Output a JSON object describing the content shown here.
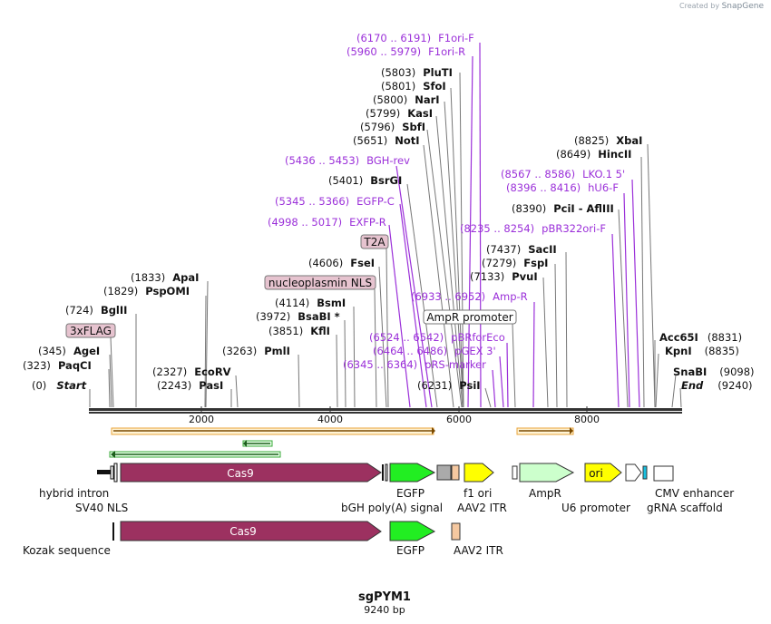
{
  "credit": {
    "created_by": "Created by",
    "brand": "SnapGene"
  },
  "plasmid": {
    "name": "sgPYM1",
    "length": "9240 bp"
  },
  "ruler": {
    "ticks": [
      "2000",
      "4000",
      "6000",
      "8000"
    ]
  },
  "sites": [
    {
      "pos": "(0)",
      "name": "Start",
      "italic": true
    },
    {
      "pos": "(323)",
      "name": "PaqCI"
    },
    {
      "pos": "(345)",
      "name": "AgeI"
    },
    {
      "pos": "(724)",
      "name": "BglII"
    },
    {
      "pos": "(1829)",
      "name": "PspOMI"
    },
    {
      "pos": "(1833)",
      "name": "ApaI"
    },
    {
      "pos": "(2243)",
      "name": "PasI"
    },
    {
      "pos": "(2327)",
      "name": "EcoRV"
    },
    {
      "pos": "(3263)",
      "name": "PmlI"
    },
    {
      "pos": "(3851)",
      "name": "KflI"
    },
    {
      "pos": "(3972)",
      "name": "BsaBI *"
    },
    {
      "pos": "(4114)",
      "name": "BsmI"
    },
    {
      "pos": "(4606)",
      "name": "FseI"
    },
    {
      "pos": "(5401)",
      "name": "BsrGI"
    },
    {
      "pos": "(5651)",
      "name": "NotI"
    },
    {
      "pos": "(5796)",
      "name": "SbfI"
    },
    {
      "pos": "(5799)",
      "name": "KasI"
    },
    {
      "pos": "(5800)",
      "name": "NarI"
    },
    {
      "pos": "(5801)",
      "name": "SfoI"
    },
    {
      "pos": "(5803)",
      "name": "PluTI"
    },
    {
      "pos": "(6231)",
      "name": "PsiI"
    },
    {
      "pos": "(7133)",
      "name": "PvuI"
    },
    {
      "pos": "(7279)",
      "name": "FspI"
    },
    {
      "pos": "(7437)",
      "name": "SacII"
    },
    {
      "pos": "(8390)",
      "name": "PciI  -  AflIII"
    },
    {
      "pos": "(8649)",
      "name": "HincII"
    },
    {
      "pos": "(8825)",
      "name": "XbaI"
    },
    {
      "pos": "(8831)",
      "name": "Acc65I"
    },
    {
      "pos": "(8835)",
      "name": "KpnI"
    },
    {
      "pos": "(9098)",
      "name": "SnaBI"
    },
    {
      "pos": "(9240)",
      "name": "End",
      "italic": true
    }
  ],
  "primers": [
    {
      "pos": "(6170 .. 6191)",
      "name": "F1ori-F"
    },
    {
      "pos": "(5960 .. 5979)",
      "name": "F1ori-R"
    },
    {
      "pos": "(5436 .. 5453)",
      "name": "BGH-rev"
    },
    {
      "pos": "(5345 .. 5366)",
      "name": "EGFP-C"
    },
    {
      "pos": "(4998 .. 5017)",
      "name": "EXFP-R"
    },
    {
      "pos": "(8567 .. 8586)",
      "name": "LKO.1 5'"
    },
    {
      "pos": "(8396 .. 8416)",
      "name": "hU6-F"
    },
    {
      "pos": "(8235 .. 8254)",
      "name": "pBR322ori-F"
    },
    {
      "pos": "(6933 .. 6952)",
      "name": "Amp-R"
    },
    {
      "pos": "(6524 .. 6542)",
      "name": "pBRforEco"
    },
    {
      "pos": "(6464 .. 6486)",
      "name": "pGEX 3'"
    },
    {
      "pos": "(6345 .. 6364)",
      "name": "pRS-marker"
    }
  ],
  "boxed_features": [
    "3xFLAG",
    "T2A",
    "nucleoplasmin NLS",
    "AmpR promoter"
  ],
  "features_row1": [
    "Cas9",
    "ori"
  ],
  "feature_labels_row1": [
    "hybrid intron",
    "SV40 NLS",
    "EGFP",
    "bGH poly(A) signal",
    "f1 ori",
    "AAV2 ITR",
    "AmpR",
    "U6 promoter",
    "CMV enhancer",
    "gRNA scaffold"
  ],
  "features_row2": [
    "Cas9"
  ],
  "feature_labels_row2": [
    "Kozak sequence",
    "EGFP",
    "AAV2 ITR"
  ],
  "colors": {
    "cas9": "#9c3160",
    "egfp": "#22ee22",
    "yellow": "#ffff00",
    "ampr": "#ccffcc",
    "primer": "#9b30d9",
    "orange_line": "#e8a33a",
    "green_line": "#3aa83a",
    "aav2": "#f5c8a0",
    "bgh": "#aaaaaa",
    "boxed_fill": "#e6c3cf"
  }
}
